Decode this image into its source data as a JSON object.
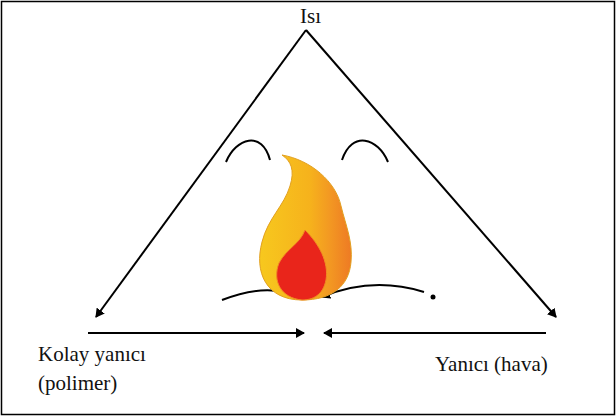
{
  "diagram": {
    "labels": [
      "Isı",
      "Kolay yanıcı (polimer)",
      "Yanıcı (hava)"
    ]
  }
}
